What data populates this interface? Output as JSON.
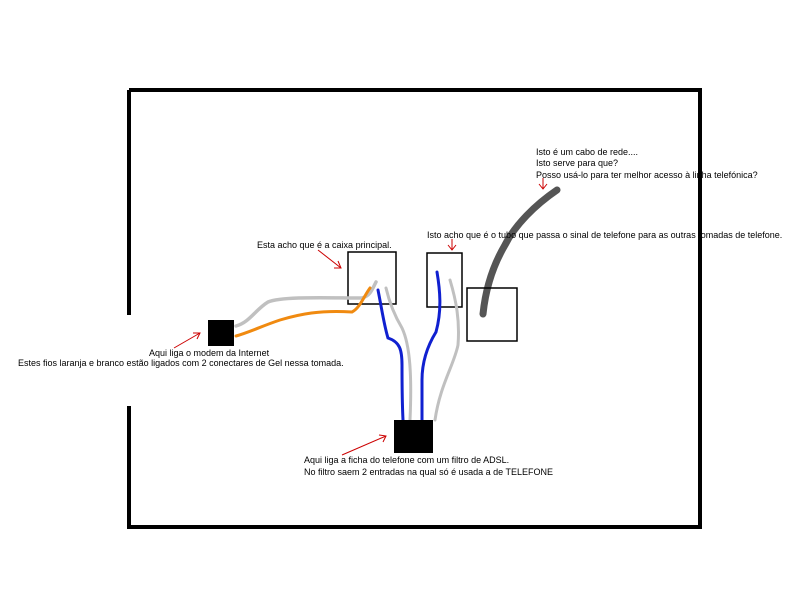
{
  "annotations": {
    "main_box": "Esta acho que é a caixa principal.",
    "tube_box": "Isto acho que é o tubo que passa o sinal de telefone para as outras tomadas de telefone.",
    "network_cable": [
      "Isto é um cabo de rede....",
      "Isto serve para que?",
      "Posso usá-lo para ter melhor acesso à linha telefónica?"
    ],
    "modem": [
      "Aqui liga o modem da Internet",
      "Estes fios laranja e branco estão ligados com 2 conectares de Gel nessa tomada."
    ],
    "phone": [
      "Aqui liga a ficha do telefone com um filtro de ADSL.",
      "No filtro saem 2 entradas na qual só é usada a de TELEFONE"
    ]
  },
  "colors": {
    "outline": "#000000",
    "arrow": "#cc0000",
    "wire_orange": "#f08a10",
    "wire_white": "#c0c0c0",
    "wire_blue": "#1020d0",
    "network_cable": "#555555",
    "connector": "#000000"
  }
}
